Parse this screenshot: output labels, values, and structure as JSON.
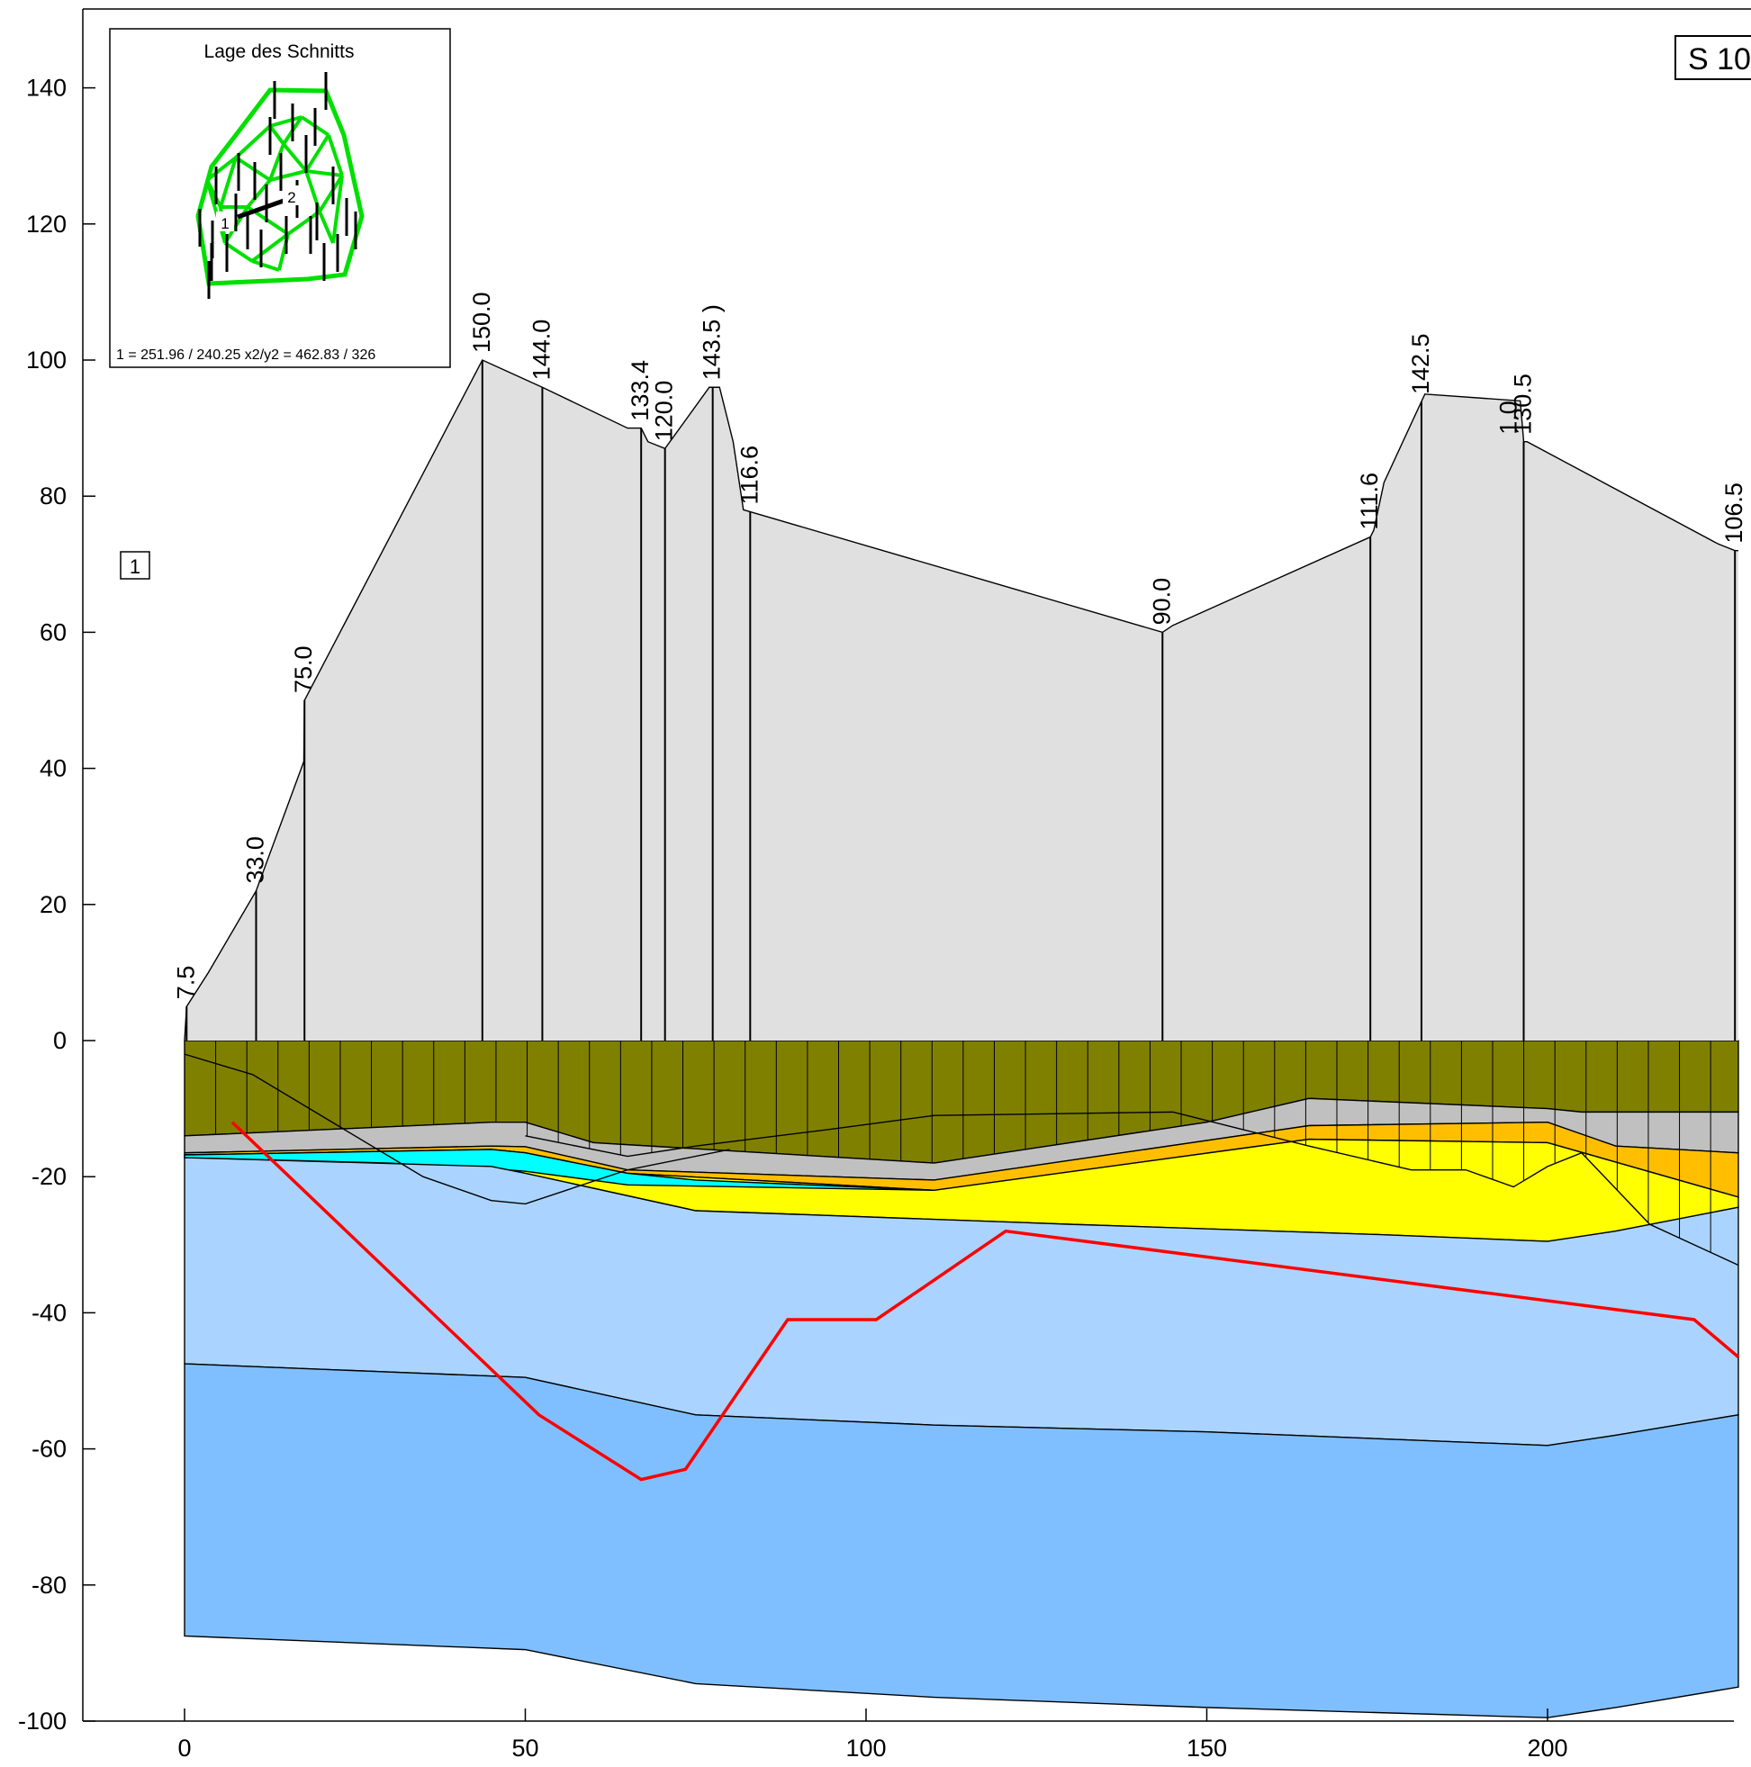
{
  "section": {
    "id_label": "S 10",
    "marker_label": "1"
  },
  "inset": {
    "title": "Lage des Schnitts",
    "coords_text": "1 = 251.96 / 240.25   x2/y2 = 462.83 / 326",
    "point_labels": [
      "1",
      "2"
    ],
    "mesh_color": "#00e000"
  },
  "axes": {
    "x_ticks": [
      "0",
      "50",
      "100",
      "150",
      "200"
    ],
    "y_ticks": [
      "140",
      "120",
      "100",
      "80",
      "60",
      "40",
      "20",
      "0",
      "-20",
      "-40",
      "-60",
      "-80",
      "-100"
    ],
    "x_range": [
      -15,
      228
    ],
    "y_range": [
      -100,
      153
    ]
  },
  "boreholes": [
    {
      "label": "7.5",
      "x": 0.3,
      "depth": 7.5
    },
    {
      "label": "33.0",
      "x": 10.5,
      "depth": 33.0
    },
    {
      "label": "75.0",
      "x": 17.6,
      "depth": 75.0
    },
    {
      "label": "150.0",
      "x": 43.7,
      "depth": 150.0
    },
    {
      "label": "144.0",
      "x": 52.5,
      "depth": 144.0
    },
    {
      "label": "133.4",
      "x": 67.0,
      "depth": 133.4
    },
    {
      "label": "120.0",
      "x": 70.5,
      "depth": 120.0
    },
    {
      "label": "143.5 )",
      "x": 77.5,
      "depth": 143.5
    },
    {
      "label": "116.6",
      "x": 83.0,
      "depth": 116.6
    },
    {
      "label": "90.0",
      "x": 143.5,
      "depth": 90.0
    },
    {
      "label": "111.6",
      "x": 174.0,
      "depth": 111.6
    },
    {
      "label": "142.5",
      "x": 181.5,
      "depth": 142.5
    },
    {
      "label": "1.0",
      "x": 196.5,
      "depth": 1.0
    },
    {
      "label": "130.5",
      "x": 196.5,
      "depth": 130.5
    },
    {
      "label": "106.5",
      "x": 227.5,
      "depth": 106.5
    }
  ],
  "chart_data": {
    "type": "area",
    "x_ticks": [
      0,
      50,
      100,
      150,
      200
    ],
    "y_ticks": [
      140,
      120,
      100,
      80,
      60,
      40,
      20,
      0,
      -20,
      -40,
      -60,
      -80,
      -100
    ],
    "xlim": [
      -15,
      228
    ],
    "ylim": [
      -100,
      153
    ],
    "grid": false,
    "profile_envelope": {
      "x": [
        0,
        0.3,
        3.5,
        10.5,
        17.5,
        17.6,
        43.7,
        52.5,
        65,
        67,
        68,
        70.5,
        77,
        78.5,
        80.5,
        82,
        143.5,
        145,
        174,
        174.5,
        176,
        182,
        196,
        196.5,
        197,
        225,
        227.5,
        228
      ],
      "y": [
        0,
        5,
        10,
        22,
        41,
        50,
        100,
        96,
        90,
        90,
        88,
        87,
        96,
        96,
        88,
        78,
        60,
        61,
        74,
        75,
        82,
        95,
        94,
        88,
        88,
        73,
        72,
        72
      ]
    },
    "layers": [
      {
        "name": "olive",
        "color": "#808000",
        "top_x": [
          0,
          228
        ],
        "top_y": [
          0,
          0
        ],
        "bottom_x": [
          0,
          45,
          50,
          60,
          110,
          150,
          165,
          200,
          205,
          228
        ],
        "bottom_y": [
          -14,
          -12,
          -12,
          -15,
          -18,
          -12,
          -8.5,
          -10,
          -10.5,
          -10.5
        ]
      },
      {
        "name": "grey",
        "color": "#c0c0c0",
        "top_x": [
          0,
          45,
          50,
          60,
          110,
          150,
          165,
          200,
          205,
          228
        ],
        "top_y": [
          -14,
          -12,
          -12,
          -15,
          -18,
          -12,
          -8.5,
          -10,
          -10.5,
          -10.5
        ],
        "bottom_x": [
          0,
          45,
          50,
          65,
          110,
          165,
          200,
          210,
          228
        ],
        "bottom_y": [
          -16.5,
          -15.5,
          -15.6,
          -19,
          -20.5,
          -12.5,
          -12,
          -15.5,
          -16.5
        ]
      },
      {
        "name": "orange",
        "color": "#ffbf00",
        "top_x": [
          0,
          45,
          50,
          65,
          110,
          165,
          200,
          210,
          228
        ],
        "top_y": [
          -16.5,
          -15.5,
          -15.6,
          -19,
          -20.5,
          -12.5,
          -12,
          -15.5,
          -16.5
        ],
        "bottom_x": [
          0,
          45,
          50,
          65,
          110,
          165,
          200,
          228
        ],
        "bottom_y": [
          -16.8,
          -16,
          -16.5,
          -19.5,
          -22,
          -14.5,
          -15,
          -23
        ]
      },
      {
        "name": "yellow",
        "color": "#ffff00",
        "top_x": [
          0,
          45,
          50,
          65,
          110,
          165,
          200,
          228
        ],
        "top_y": [
          -16.8,
          -16,
          -16.5,
          -19.5,
          -22,
          -14.5,
          -15,
          -23
        ],
        "bottom_x": [
          0,
          45,
          50,
          75,
          130,
          175,
          200,
          210,
          228
        ],
        "bottom_y": [
          -17.2,
          -18.5,
          -19.5,
          -25,
          -27,
          -28.5,
          -29.5,
          -28,
          -24.5
        ]
      },
      {
        "name": "cyan",
        "color": "#00ffff",
        "top_x": [
          0,
          45,
          50,
          65,
          75,
          110
        ],
        "top_y": [
          -16.8,
          -16,
          -16.5,
          -19.5,
          -20.5,
          -22
        ],
        "bottom_x": [
          0,
          30,
          45,
          50,
          65,
          110
        ],
        "bottom_y": [
          -17.2,
          -18,
          -18.8,
          -19.2,
          -21.2,
          -22
        ]
      },
      {
        "name": "lightblue",
        "color": "#aad4ff",
        "top_x": [
          0,
          45,
          50,
          75,
          130,
          175,
          200,
          210,
          228
        ],
        "top_y": [
          -17.2,
          -18.5,
          -19.5,
          -25,
          -27,
          -28.5,
          -29.5,
          -28,
          -24.5
        ],
        "bottom_x": [
          0,
          50,
          75,
          110,
          150,
          200,
          210,
          228
        ],
        "bottom_y": [
          -47.5,
          -49.5,
          -55,
          -56.5,
          -57.5,
          -59.5,
          -58,
          -55
        ]
      },
      {
        "name": "blue",
        "color": "#80bfff",
        "top_x": [
          0,
          50,
          75,
          110,
          150,
          200,
          210,
          228
        ],
        "top_y": [
          -47.5,
          -49.5,
          -55,
          -56.5,
          -57.5,
          -59.5,
          -58,
          -55
        ],
        "bottom_x": [
          0,
          50,
          75,
          110,
          150,
          200,
          210,
          228
        ],
        "bottom_y": [
          -87.5,
          -89.5,
          -94.5,
          -96.5,
          -98,
          -99.5,
          -98,
          -95
        ]
      }
    ],
    "thin_lines": [
      {
        "x": [
          0,
          10,
          20,
          35,
          45,
          50,
          65,
          80
        ],
        "y": [
          -2,
          -5,
          -11,
          -20,
          -23.5,
          -24,
          -19,
          -16
        ]
      },
      {
        "x": [
          50,
          65,
          75,
          95,
          110,
          145,
          155,
          165,
          180,
          188,
          195,
          200,
          205,
          215,
          228
        ],
        "y": [
          -14,
          -17,
          -15.5,
          -13,
          -11,
          -10.5,
          -13,
          -15.5,
          -19,
          -19,
          -21.5,
          -18.5,
          -16.5,
          -27,
          -33
        ]
      }
    ],
    "red_line": {
      "color": "#ff0000",
      "x": [
        7,
        52,
        67,
        73.5,
        88.5,
        101.5,
        120.5,
        221.5,
        228
      ],
      "y": [
        -12,
        -55,
        -64.5,
        -63,
        -41,
        -41,
        -28,
        -41,
        -46.5
      ]
    }
  }
}
